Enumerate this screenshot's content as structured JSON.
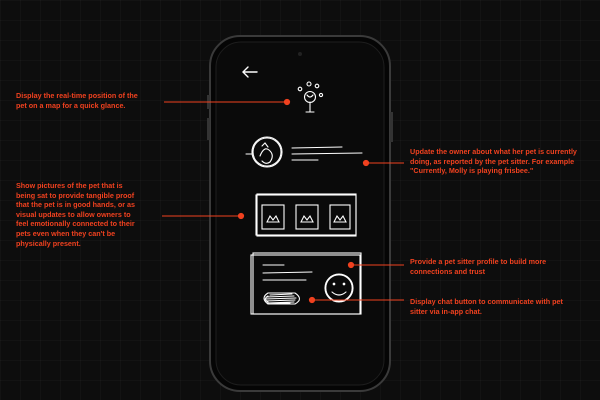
{
  "annotations": {
    "map": "Display the real-time position of the\npet on a map for a quick glance.",
    "photos": "Show pictures of the pet that is\nbeing sat to provide tangible proof\nthat the pet is in good hands, or as\nvisual updates to allow owners to\nfeel emotionally connected to their\npets even when they can't be\nphysically present.",
    "status": "Update the owner about what her pet is currently\ndoing, as reported by the pet sitter. For example\n\"Currently, Molly is playing frisbee.\"",
    "profile": "Provide a pet sitter profile to build more\nconnections and trust",
    "chat": "Display chat button to communicate with pet\nsitter via in-app chat."
  },
  "colors": {
    "annotation": "#f0411f",
    "background": "#0d0d0d",
    "phone_frame": "#3a3a3a",
    "sketch": "#ffffff"
  }
}
